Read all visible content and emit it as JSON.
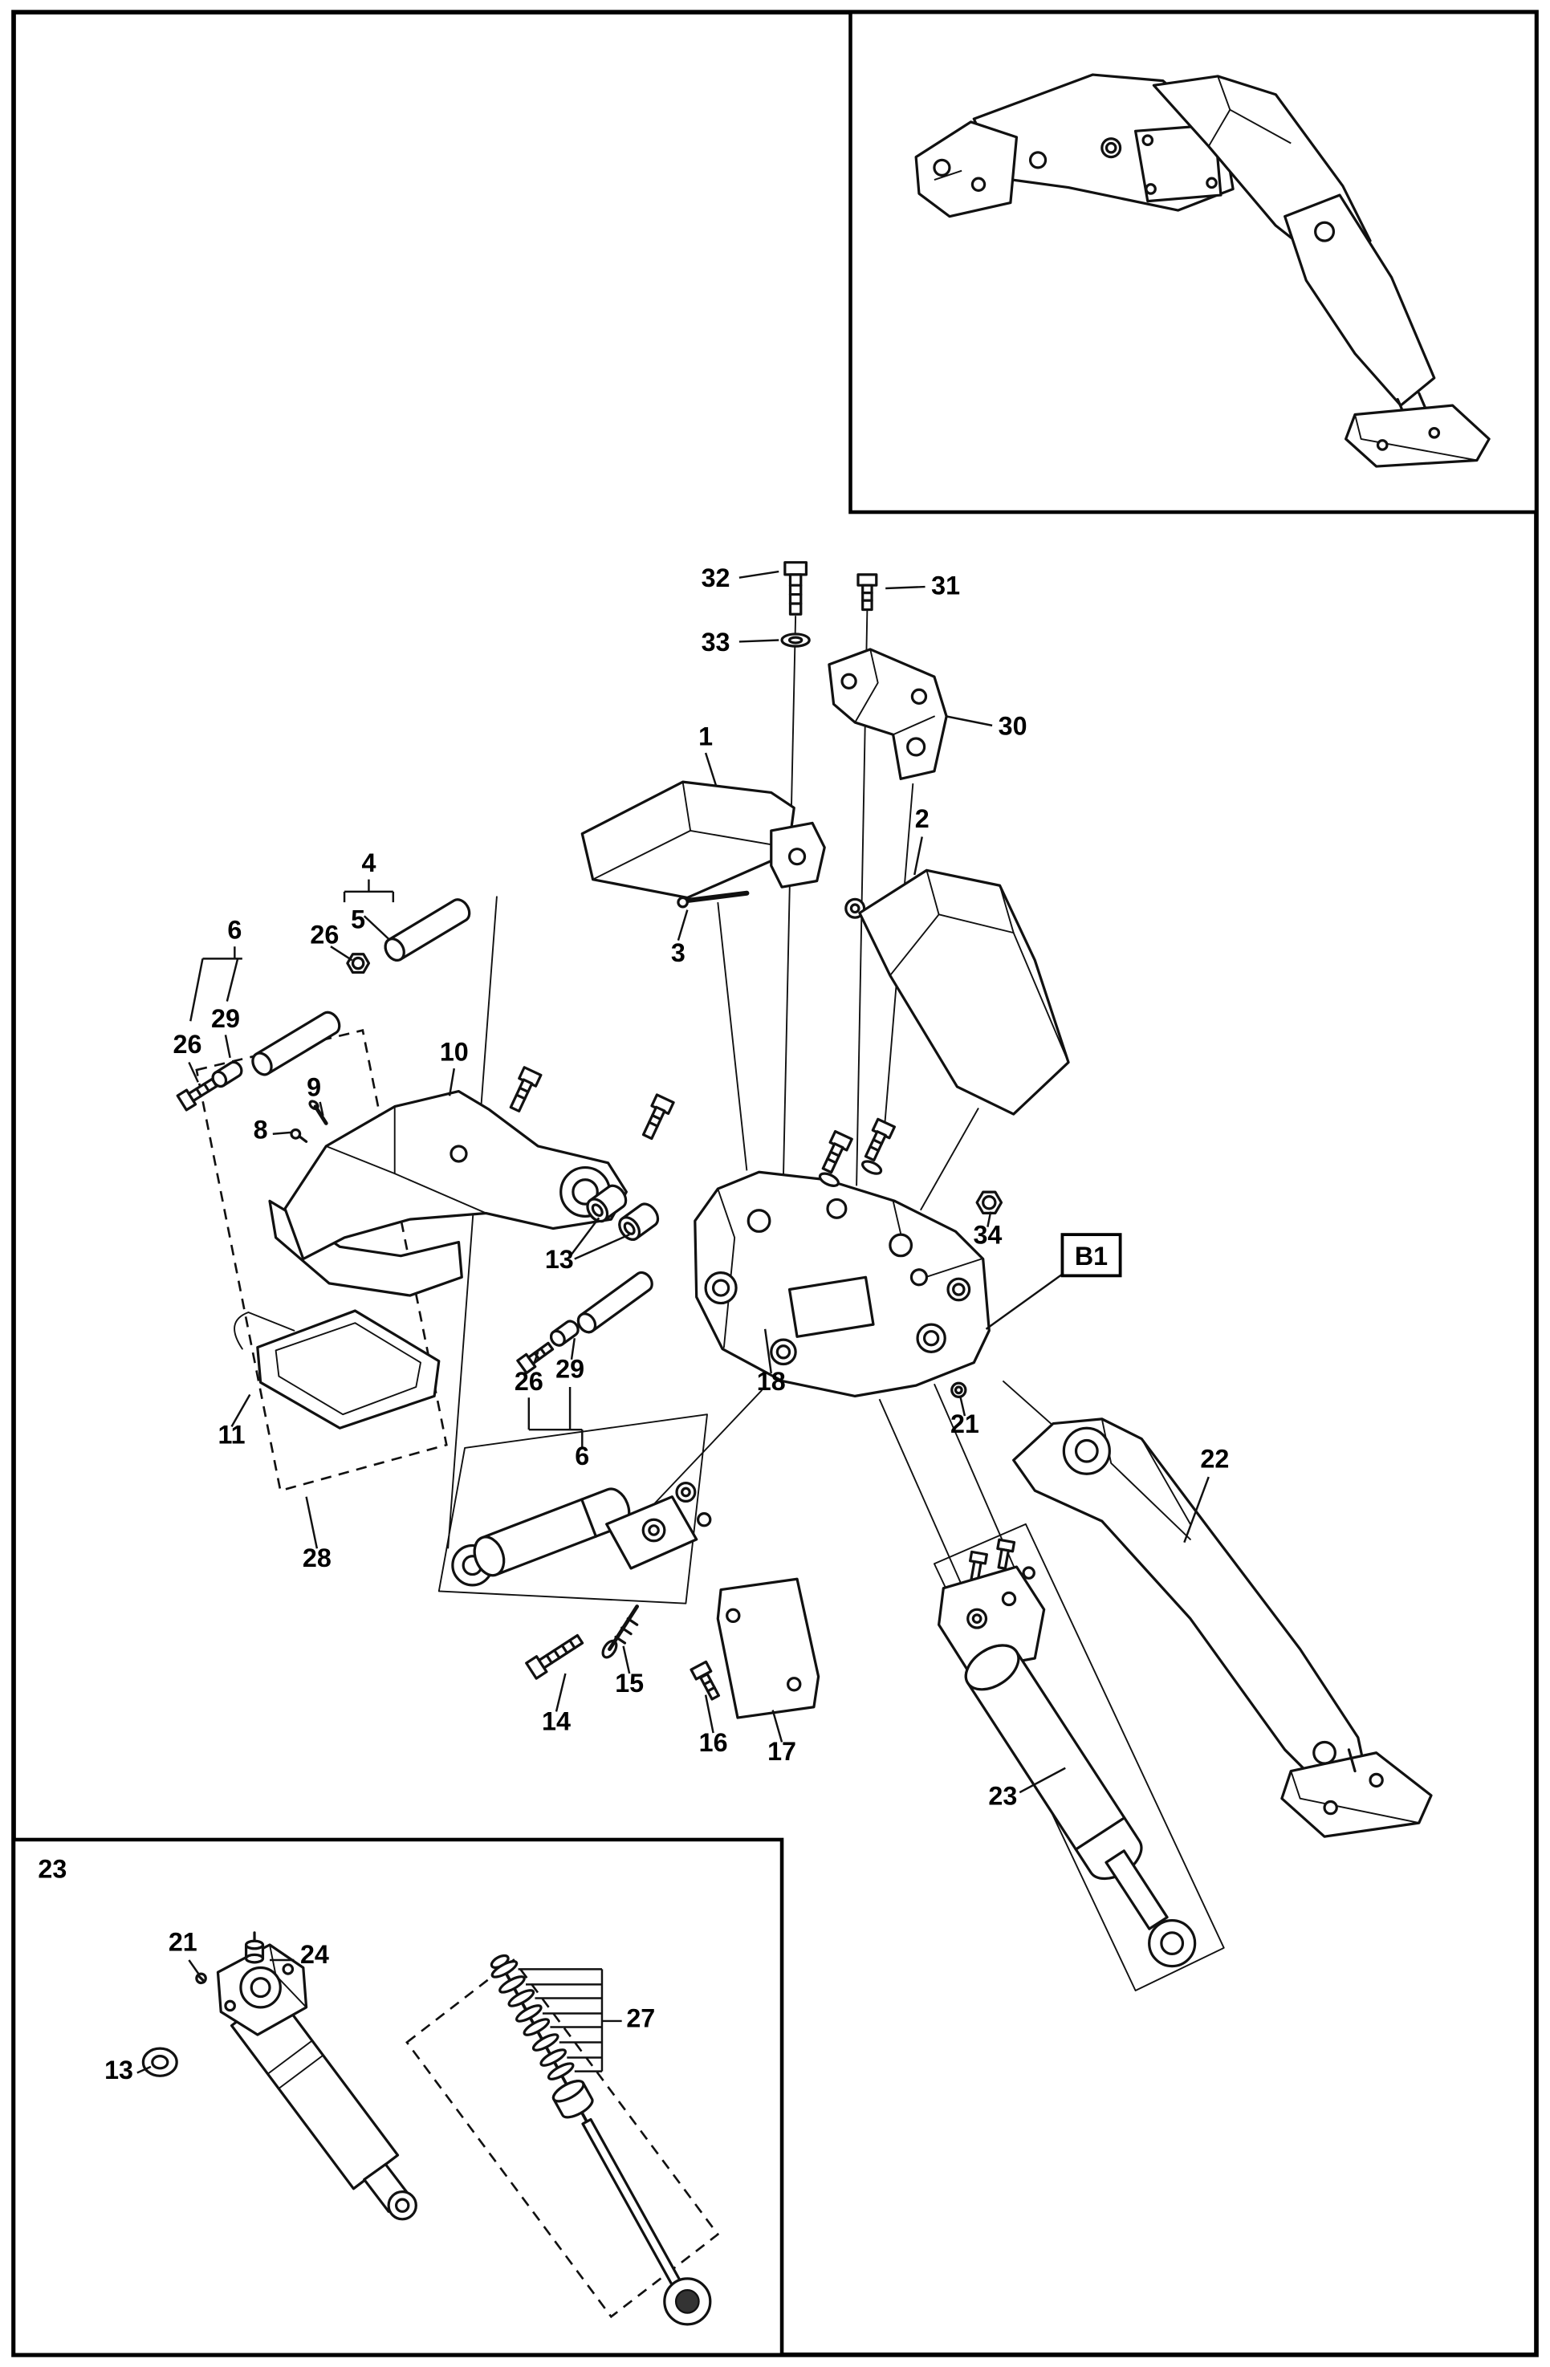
{
  "page": {
    "background": "#ffffff",
    "line_color": "#111111"
  },
  "labels": {
    "n1": "1",
    "n2": "2",
    "n3": "3",
    "n4": "4",
    "n5": "5",
    "n6": "6",
    "n8": "8",
    "n9": "9",
    "n10": "10",
    "n11": "11",
    "n13": "13",
    "n14": "14",
    "n15": "15",
    "n16": "16",
    "n17": "17",
    "n18": "18",
    "n21": "21",
    "n22": "22",
    "n23": "23",
    "n24": "24",
    "n26": "26",
    "n27": "27",
    "n28": "28",
    "n29": "29",
    "n30": "30",
    "n31": "31",
    "n32": "32",
    "n33": "33",
    "n34": "34",
    "b1": "B1"
  }
}
